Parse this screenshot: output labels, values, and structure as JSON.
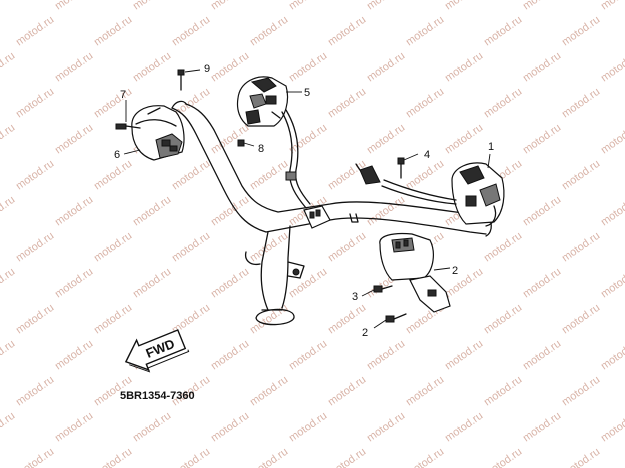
{
  "watermark": {
    "text": "motod.ru",
    "color": "#d9b4a8"
  },
  "fwd_label": "FWD",
  "part_code": "5BR1354-7360",
  "callouts": [
    "1",
    "2",
    "2",
    "3",
    "4",
    "5",
    "6",
    "7",
    "8",
    "9"
  ]
}
